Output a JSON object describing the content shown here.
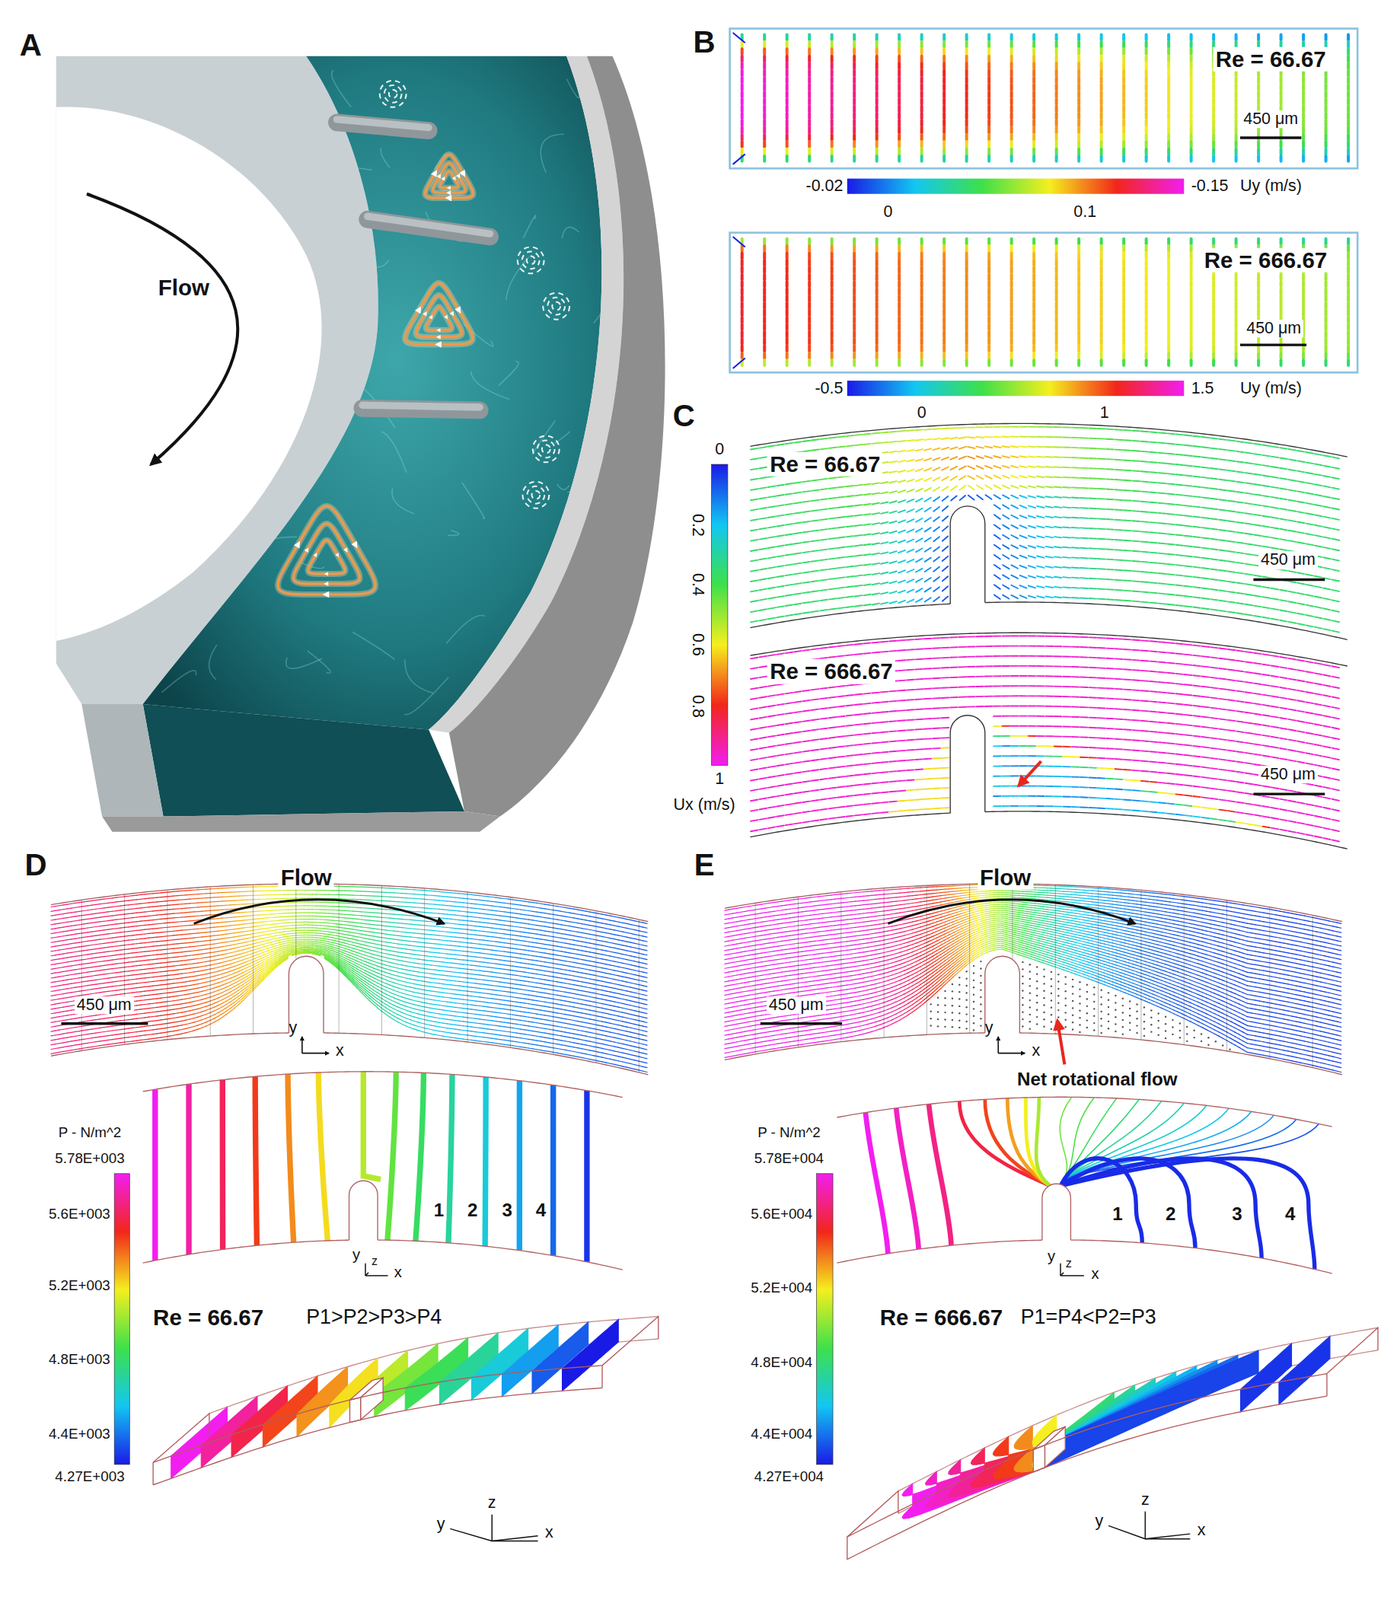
{
  "diagram": {
    "labels": [
      "A",
      "Flow",
      "B",
      "Re = 66.67",
      "450 μm",
      "-0.02",
      "-0.15",
      "Uy (m/s)",
      "0",
      "0.1",
      "Re = 666.67",
      "450 μm",
      "-0.5",
      "1.5",
      "Uy (m/s)",
      "0",
      "1",
      "C",
      "0",
      "0.2",
      "0.4",
      "0.6",
      "0.8",
      "1",
      "Ux (m/s)",
      "Re = 66.67",
      "450 μm",
      "Re = 666.67",
      "450 μm",
      "D",
      "Flow",
      "450 μm",
      "y",
      "x",
      "P - N/m^2",
      "5.78E+003",
      "5.6E+003",
      "5.2E+003",
      "4.8E+003",
      "4.4E+003",
      "4.27E+003",
      "1",
      "2",
      "3",
      "4",
      "y",
      "z",
      "x",
      "Re = 66.67",
      "P1>P2>P3>P4",
      "z",
      "y",
      "x",
      "E",
      "Flow",
      "450 μm",
      "y",
      "x",
      "Net rotational flow",
      "P - N/m^2",
      "5.78E+004",
      "5.6E+004",
      "5.2E+004",
      "4.8E+004",
      "4.4E+004",
      "4.27E+004",
      "1",
      "2",
      "3",
      "4",
      "y",
      "z",
      "x",
      "Re = 666.67",
      "P1=P4<P2=P3",
      "z",
      "y",
      "x"
    ]
  }
}
